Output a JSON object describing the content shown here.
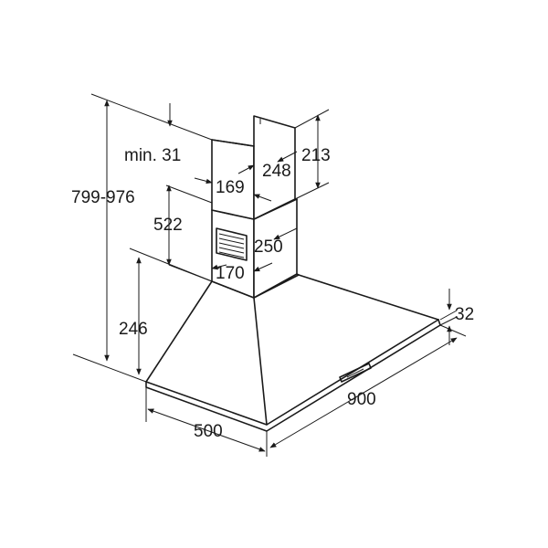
{
  "dimensions": {
    "overall_height": "799-976",
    "min_gap": "min. 31",
    "upper_chimney_width": "169",
    "upper_chimney_depth": "248",
    "upper_chimney_height": "213",
    "lower_chimney_height": "522",
    "lower_chimney_depth": "250",
    "lower_chimney_width": "170",
    "canopy_height": "246",
    "canopy_edge_height": "32",
    "hood_width": "900",
    "hood_depth": "500"
  }
}
